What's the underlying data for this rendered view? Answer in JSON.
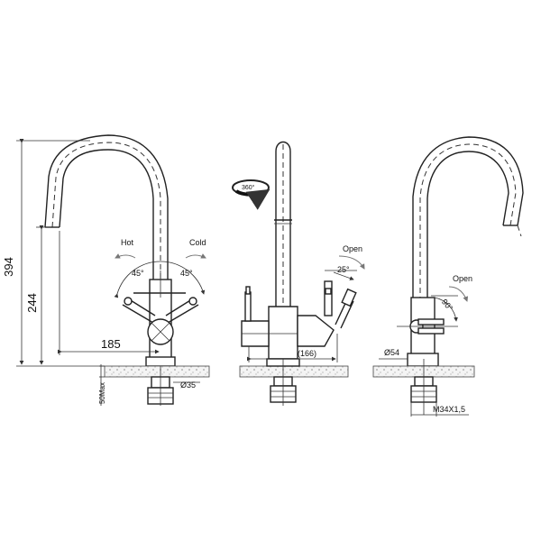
{
  "dimensions": {
    "height_total": "394",
    "height_spout": "244",
    "reach": "185",
    "max_thickness": "50Max",
    "base_diameter": "Ø35",
    "side_depth": "(166)",
    "side_base_diameter": "Ø54",
    "thread": "M34X1,5"
  },
  "angles": {
    "hot_angle": "45°",
    "cold_angle": "45°",
    "side_open_angle": "25°",
    "right_open_angle": "90°",
    "rotation": "360°"
  },
  "labels": {
    "hot": "Hot",
    "cold": "Cold",
    "open_side": "Open",
    "open_right": "Open"
  }
}
